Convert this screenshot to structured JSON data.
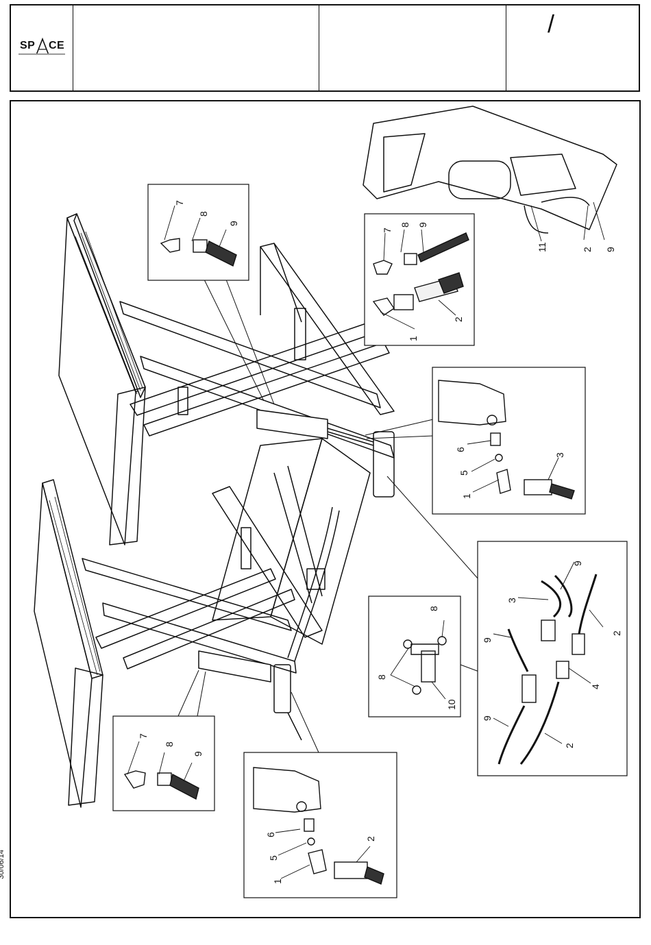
{
  "header": {
    "logo_text_left": "SP",
    "logo_text_right": "CE",
    "page_mark": "/"
  },
  "side_date": "30/06/14",
  "callouts": {
    "tr_11": "11",
    "tr_2": "2",
    "tr_9": "9",
    "d1_7": "7",
    "d1_8": "8",
    "d1_9": "9",
    "d1_2": "2",
    "d1_1": "1",
    "d2_7": "7",
    "d2_8": "8",
    "d2_9": "9",
    "d3_6": "6",
    "d3_5": "5",
    "d3_1": "1",
    "d3_3": "3",
    "d4_9a": "9",
    "d4_3": "3",
    "d4_2a": "2",
    "d4_9b": "9",
    "d4_4": "4",
    "d4_9c": "9",
    "d4_2b": "2",
    "d5_8a": "8",
    "d5_8b": "8",
    "d5_10": "10",
    "d6_7": "7",
    "d6_8": "8",
    "d6_9": "9",
    "d7_6": "6",
    "d7_5": "5",
    "d7_1": "1",
    "d7_2": "2"
  },
  "colors": {
    "ink": "#111111",
    "paper": "#ffffff",
    "shade": "#cfcfcf"
  }
}
